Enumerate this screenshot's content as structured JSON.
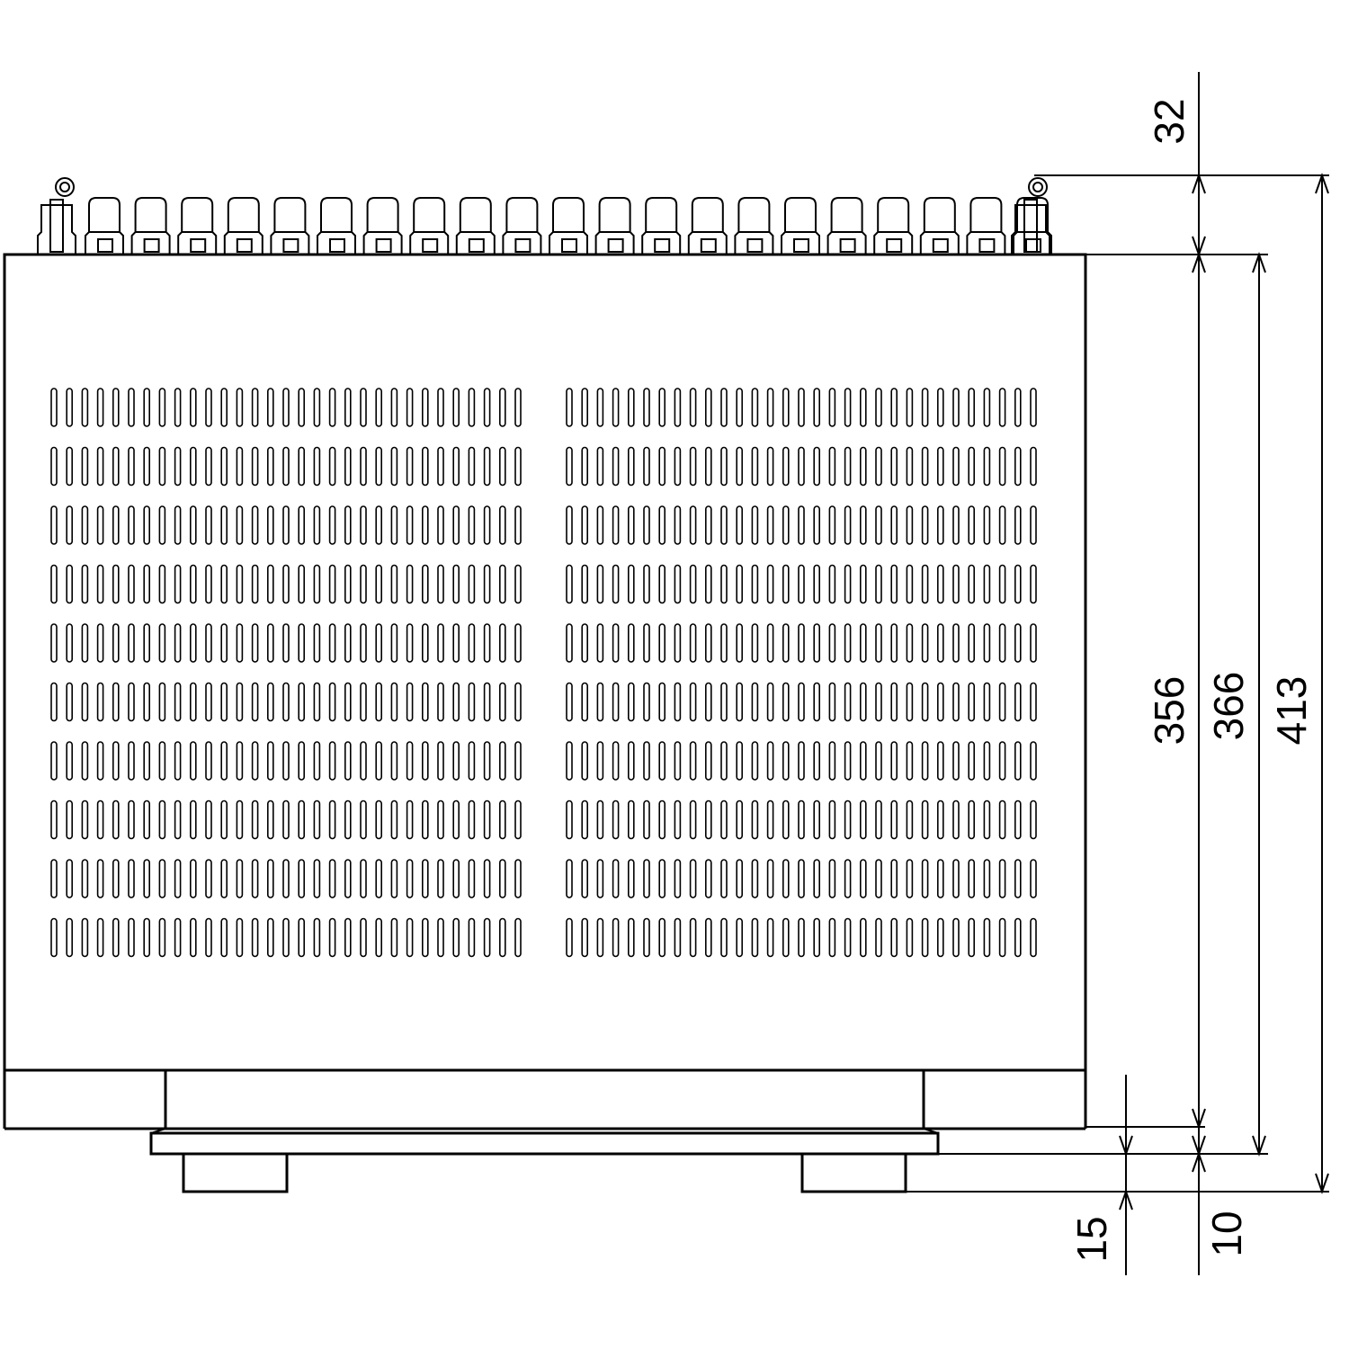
{
  "diagram": {
    "type": "dimension-drawing",
    "view": "side view of chassis with rear terminals, ventilation slots and feet",
    "dimensions": [
      {
        "id": "terminal-height",
        "label": "32"
      },
      {
        "id": "body-height",
        "label": "356"
      },
      {
        "id": "body-plus-base-height",
        "label": "366"
      },
      {
        "id": "total-height",
        "label": "413"
      },
      {
        "id": "foot-height",
        "label": "15"
      },
      {
        "id": "base-height",
        "label": "10"
      }
    ],
    "colors": {
      "line": "#000000",
      "background": "#ffffff"
    }
  }
}
